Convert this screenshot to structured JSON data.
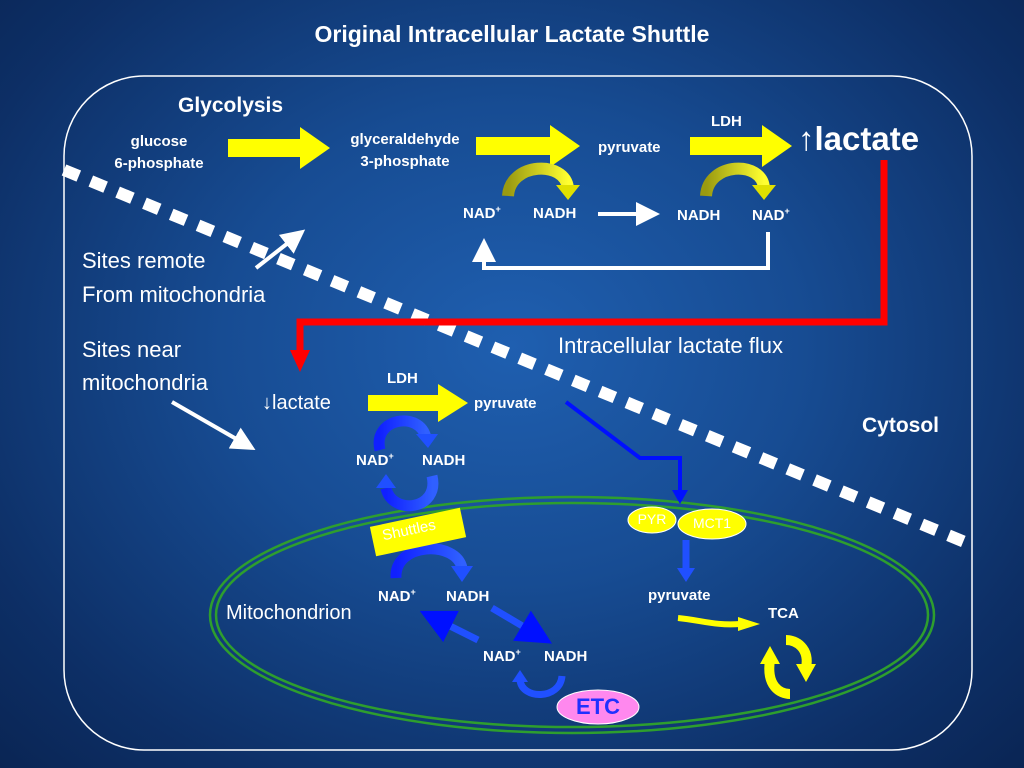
{
  "title": "Original Intracellular Lactate Shuttle",
  "glycolysis": {
    "heading": "Glycolysis",
    "glucose_line1": "glucose",
    "glucose_line2": "6-phosphate",
    "g3p_line1": "glyceraldehyde",
    "g3p_line2": "3-phosphate",
    "pyruvate": "pyruvate",
    "ldh": "LDH",
    "lactate_arrow": "↑",
    "lactate": "lactate",
    "nad_left": "NAD",
    "nadh_left": "NADH",
    "nadh_right": "NADH",
    "nad_right": "NAD",
    "plus": "+"
  },
  "labels": {
    "sites_remote_1": "Sites remote",
    "sites_remote_2": "From mitochondria",
    "sites_near_1": "Sites near",
    "sites_near_2": "mitochondria",
    "flux": "Intracellular lactate flux",
    "cytosol": "Cytosol",
    "mitochondrion": "Mitochondrion"
  },
  "lower": {
    "lactate_arrow": "↓",
    "lactate": "lactate",
    "ldh": "LDH",
    "pyruvate": "pyruvate",
    "nad": "NAD",
    "nadh": "NADH",
    "shuttles": "Shuttles",
    "mito_nad": "NAD",
    "mito_nadh": "NADH",
    "etc_nad": "NAD",
    "etc_nadh": "NADH",
    "etc": "ETC",
    "pyr": "PYR",
    "mct1": "MCT1",
    "mito_pyruvate": "pyruvate",
    "tca": "TCA",
    "plus": "+"
  },
  "colors": {
    "background": "#174c93",
    "yellow_arrow": "#ffff00",
    "red_flux": "#ff0000",
    "blue_path": "#0010ff",
    "mito_green": "#2e9e2e",
    "etc_pink": "#ff88ee"
  }
}
